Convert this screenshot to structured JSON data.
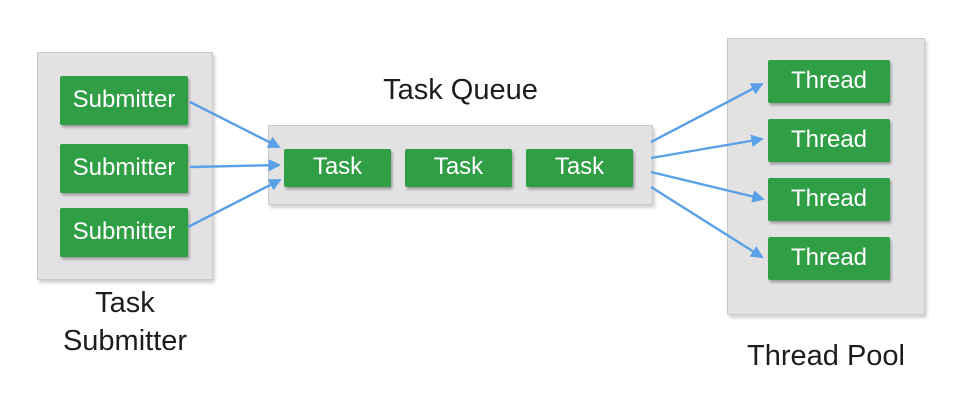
{
  "colors": {
    "box_green": "#2f9e44",
    "panel_gray": "#e2e2e3",
    "arrow_blue": "#5aa0e6",
    "node_text": "#ffffff",
    "label_text": "#1d1d1d",
    "canvas_bg": "#ffffff"
  },
  "submitter_panel": {
    "label_line1": "Task",
    "label_line2": "Submitter",
    "items": [
      "Submitter",
      "Submitter",
      "Submitter"
    ]
  },
  "queue": {
    "title": "Task Queue",
    "items": [
      "Task",
      "Task",
      "Task"
    ]
  },
  "thread_pool": {
    "label": "Thread Pool",
    "items": [
      "Thread",
      "Thread",
      "Thread",
      "Thread"
    ]
  },
  "edges": [
    {
      "from": "submitter-1",
      "to": "task-queue"
    },
    {
      "from": "submitter-2",
      "to": "task-queue"
    },
    {
      "from": "submitter-3",
      "to": "task-queue"
    },
    {
      "from": "task-queue",
      "to": "thread-1"
    },
    {
      "from": "task-queue",
      "to": "thread-2"
    },
    {
      "from": "task-queue",
      "to": "thread-3"
    },
    {
      "from": "task-queue",
      "to": "thread-4"
    }
  ]
}
